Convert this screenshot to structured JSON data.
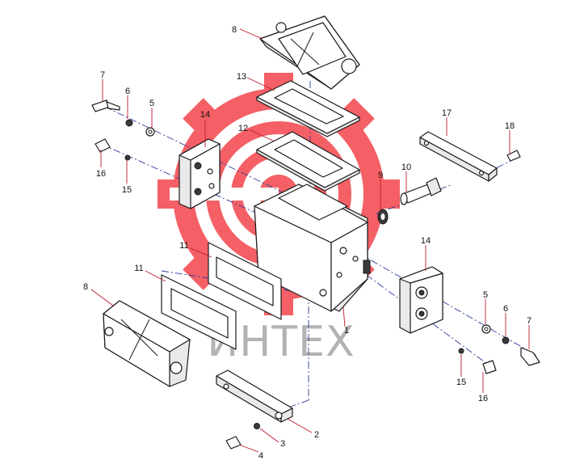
{
  "diagram": {
    "watermark": {
      "text": "ИНТЕХ",
      "logo": "gear-target-logo",
      "color": "#f2393f"
    },
    "callouts": [
      {
        "id": "c8a",
        "label": "8"
      },
      {
        "id": "c13",
        "label": "13"
      },
      {
        "id": "c12",
        "label": "12"
      },
      {
        "id": "c7a",
        "label": "7"
      },
      {
        "id": "c6a",
        "label": "6"
      },
      {
        "id": "c5a",
        "label": "5"
      },
      {
        "id": "c14a",
        "label": "14"
      },
      {
        "id": "c16a",
        "label": "16"
      },
      {
        "id": "c15a",
        "label": "15"
      },
      {
        "id": "c17",
        "label": "17"
      },
      {
        "id": "c18",
        "label": "18"
      },
      {
        "id": "c9",
        "label": "9"
      },
      {
        "id": "c10",
        "label": "10"
      },
      {
        "id": "c11a",
        "label": "11"
      },
      {
        "id": "c11b",
        "label": "11"
      },
      {
        "id": "c8b",
        "label": "8"
      },
      {
        "id": "c14b",
        "label": "14"
      },
      {
        "id": "c5b",
        "label": "5"
      },
      {
        "id": "c6b",
        "label": "6"
      },
      {
        "id": "c7b",
        "label": "7"
      },
      {
        "id": "c15b",
        "label": "15"
      },
      {
        "id": "c16b",
        "label": "16"
      },
      {
        "id": "c1",
        "label": "1"
      },
      {
        "id": "c2",
        "label": "2"
      },
      {
        "id": "c3",
        "label": "3"
      },
      {
        "id": "c4",
        "label": "4"
      }
    ]
  }
}
